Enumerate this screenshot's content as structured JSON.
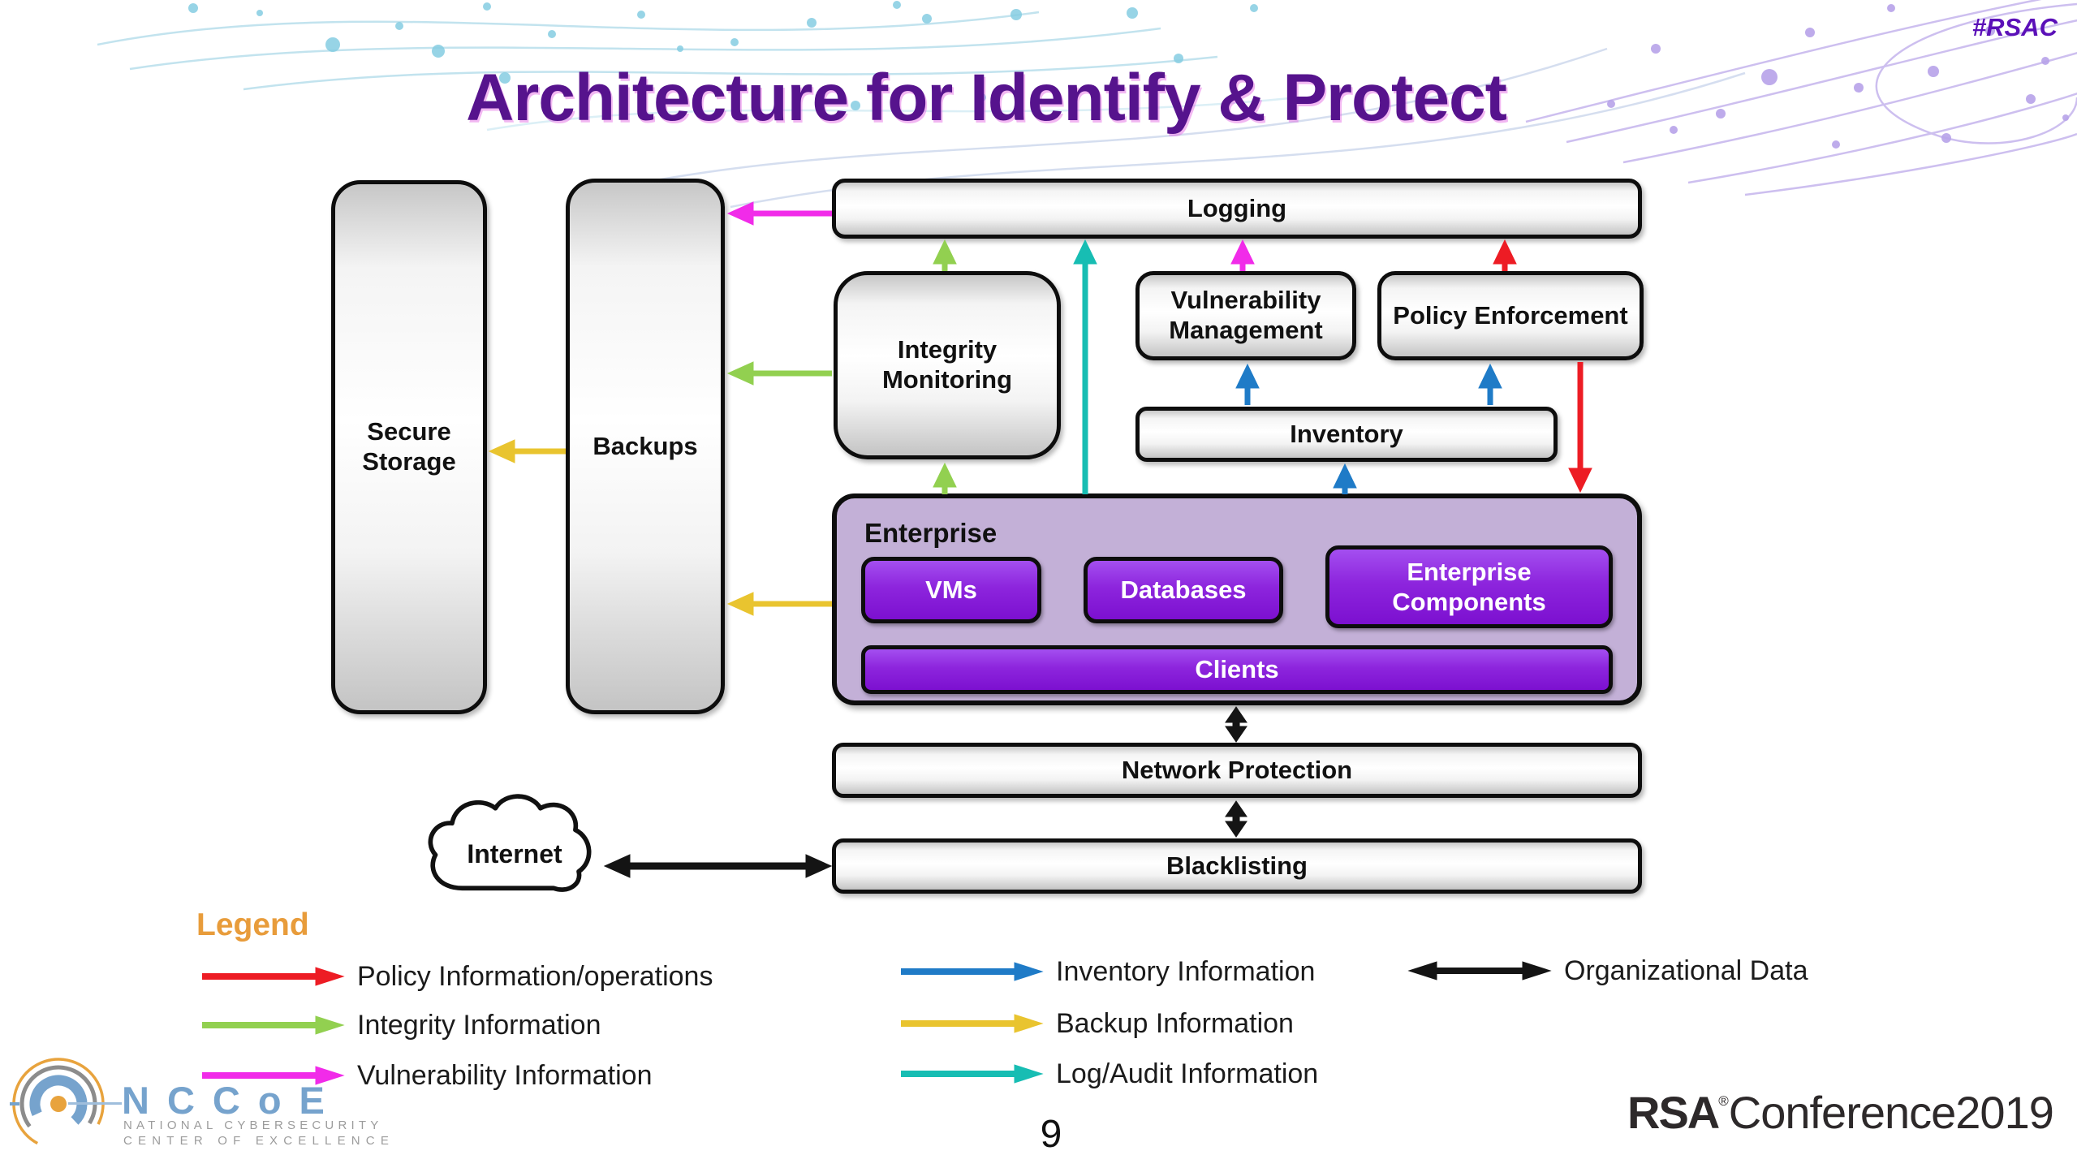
{
  "slide": {
    "title": "Architecture for Identify & Protect",
    "hashtag": "#RSAC",
    "page_number": "9"
  },
  "diagram": {
    "boxes": {
      "secure_storage": "Secure Storage",
      "backups": "Backups",
      "logging": "Logging",
      "integrity_monitoring": "Integrity Monitoring",
      "vulnerability_management": "Vulnerability Management",
      "policy_enforcement": "Policy Enforcement",
      "inventory": "Inventory",
      "enterprise": "Enterprise",
      "vms": "VMs",
      "databases": "Databases",
      "enterprise_components": "Enterprise Components",
      "clients": "Clients",
      "network_protection": "Network Protection",
      "blacklisting": "Blacklisting",
      "internet": "Internet"
    }
  },
  "legend": {
    "heading": "Legend",
    "items": [
      {
        "label": "Policy Information/operations",
        "color": "red"
      },
      {
        "label": "Integrity Information",
        "color": "green"
      },
      {
        "label": "Vulnerability Information",
        "color": "magenta"
      },
      {
        "label": "Inventory Information",
        "color": "blue"
      },
      {
        "label": "Backup Information",
        "color": "yellow"
      },
      {
        "label": "Log/Audit Information",
        "color": "teal"
      },
      {
        "label": "Organizational Data",
        "color": "black"
      }
    ]
  },
  "footer": {
    "nccoe": {
      "wordmark": "NCCoE",
      "line1": "NATIONAL CYBERSECURITY",
      "line2": "CENTER OF EXCELLENCE"
    },
    "rsa": {
      "brand": "RSA",
      "reg": "®",
      "rest": "Conference2019"
    }
  },
  "colors": {
    "red": "#ED1C24",
    "green": "#92D050",
    "magenta": "#F12BE9",
    "blue": "#1F7BC7",
    "yellow": "#E9C42F",
    "teal": "#17BDB3",
    "black": "#141414",
    "title": "#56138D",
    "hashtag": "#5B10B8",
    "legend": "#E89C3B",
    "enterprise": "#C3B0D7",
    "nccoe-blue": "#76A3CD",
    "nccoe-gray": "#9C9C9C",
    "nccoe-orange": "#E8A33D",
    "rsa": "#2D292A"
  }
}
